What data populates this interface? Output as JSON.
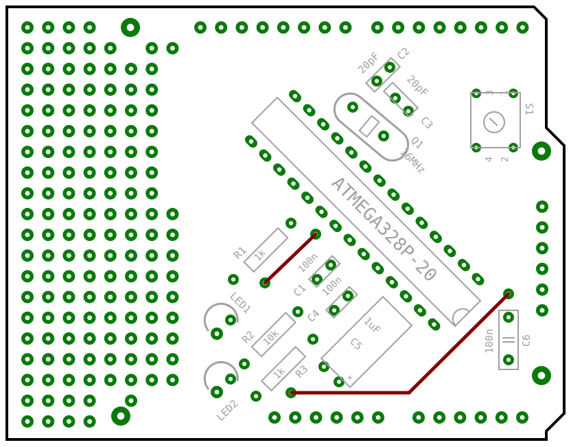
{
  "colors": {
    "pad": "#0a7a0a",
    "pad_hole": "#ffffff",
    "trace": "#800000",
    "silk": "#a0a0a0",
    "outline": "#000000",
    "background": "#ffffff"
  },
  "labels": {
    "chip": "ATMEGA328P-20",
    "q1_ref": "Q1",
    "q1_value": "16MHz",
    "c2_ref": "C2",
    "c2_value": "20pF",
    "c3_ref": "C3",
    "c3_value": "20pF",
    "s1_ref": "S1",
    "s1_pin1": "1",
    "s1_pin2": "2",
    "s1_pin3": "3",
    "s1_pin4": "4",
    "r1_ref": "R1",
    "r1_value": "1k",
    "r2_ref": "R2",
    "r2_value": "10k",
    "r3_ref": "R3",
    "r3_value": "1k",
    "led1_ref": "LED1",
    "led2_ref": "LED2",
    "c1_ref": "C1",
    "c1_value": "100n",
    "c4_ref": "C4",
    "c4_value": "100n",
    "c5_ref": "C5",
    "c5_value": "1uF",
    "c6_ref": "C6",
    "c6_value": "100n",
    "polarity_plus": "+"
  }
}
